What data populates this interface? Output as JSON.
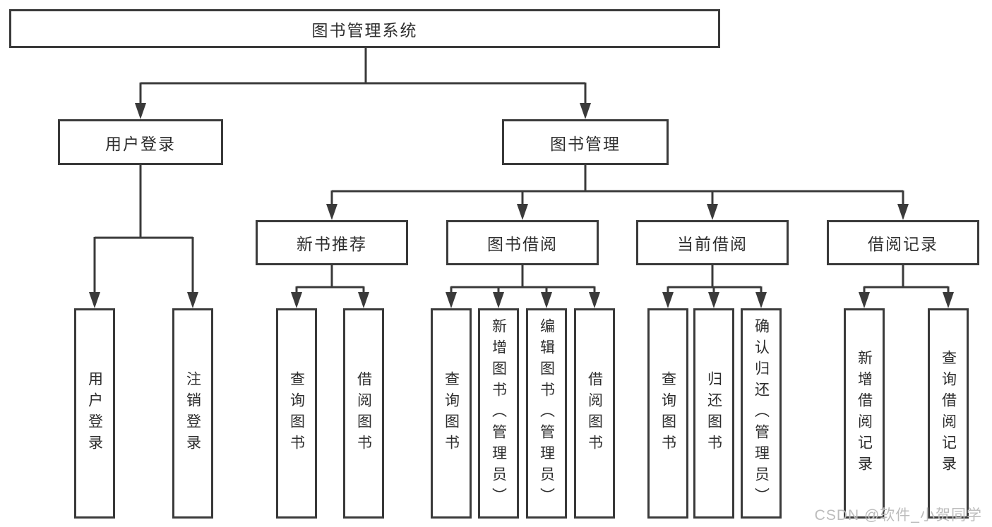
{
  "diagram": {
    "type": "hierarchy-tree",
    "colors": {
      "line": "#3a3a3a",
      "box_border": "#3a3a3a",
      "box_fill": "#ffffff",
      "text": "#2e2e2e",
      "watermark": "#bcbcbc"
    },
    "root": {
      "label": "图书管理系统"
    },
    "level2": [
      {
        "label": "用户登录"
      },
      {
        "label": "图书管理"
      }
    ],
    "level3": [
      {
        "label": "新书推荐"
      },
      {
        "label": "图书借阅"
      },
      {
        "label": "当前借阅"
      },
      {
        "label": "借阅记录"
      }
    ],
    "leaves": {
      "userLogin": [
        {
          "label": "用户登录"
        },
        {
          "label": "注销登录"
        }
      ],
      "newBookRec": [
        {
          "label": "查询图书"
        },
        {
          "label": "借阅图书"
        }
      ],
      "bookBorrow": [
        {
          "label": "查询图书"
        },
        {
          "label": "新增图书（管理员）"
        },
        {
          "label": "编辑图书（管理员）"
        },
        {
          "label": "借阅图书"
        }
      ],
      "currentBorrow": [
        {
          "label": "查询图书"
        },
        {
          "label": "归还图书"
        },
        {
          "label": "确认归还（管理员）"
        }
      ],
      "borrowRecords": [
        {
          "label": "新增借阅记录"
        },
        {
          "label": "查询借阅记录"
        }
      ]
    }
  },
  "watermark": {
    "text": "CSDN @软件_小贺同学"
  }
}
